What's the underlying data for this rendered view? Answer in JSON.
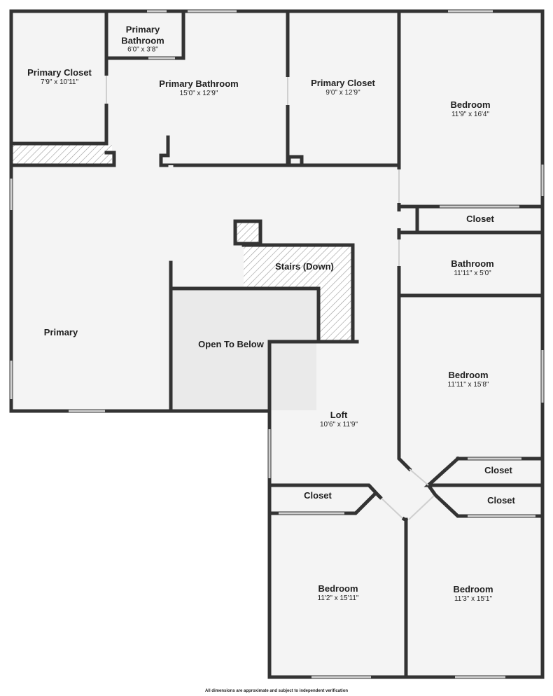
{
  "colors": {
    "wall": "#333333",
    "floor": "#f4f4f4",
    "open_to_below": "#eaeaea",
    "hatch": "#9a9a9a",
    "window": "#cfcfcf"
  },
  "rooms": {
    "primary_closet_1": {
      "name": "Primary Closet",
      "dims": "7'9\" x 10'11\""
    },
    "primary_bathroom_small": {
      "name": "Primary\nBathroom",
      "dims": "6'0\" x 3'8\""
    },
    "primary_bathroom": {
      "name": "Primary Bathroom",
      "dims": "15'0\" x 12'9\""
    },
    "primary_closet_2": {
      "name": "Primary Closet",
      "dims": "9'0\" x 12'9\""
    },
    "bedroom_1": {
      "name": "Bedroom",
      "dims": "11'9\" x 16'4\""
    },
    "closet_1": {
      "name": "Closet"
    },
    "bathroom": {
      "name": "Bathroom",
      "dims": "11'11\" x 5'0\""
    },
    "stairs": {
      "name": "Stairs (Down)"
    },
    "primary": {
      "name": "Primary"
    },
    "open_to_below": {
      "name": "Open To Below"
    },
    "bedroom_2": {
      "name": "Bedroom",
      "dims": "11'11\" x 15'8\""
    },
    "loft": {
      "name": "Loft",
      "dims": "10'6\" x 11'9\""
    },
    "closet_2": {
      "name": "Closet"
    },
    "closet_3": {
      "name": "Closet"
    },
    "closet_4": {
      "name": "Closet"
    },
    "bedroom_3": {
      "name": "Bedroom",
      "dims": "11'2\" x 15'11\""
    },
    "bedroom_4": {
      "name": "Bedroom",
      "dims": "11'3\" x 15'1\""
    }
  },
  "disclaimer": "All dimensions are approximate and subject to independent verification"
}
